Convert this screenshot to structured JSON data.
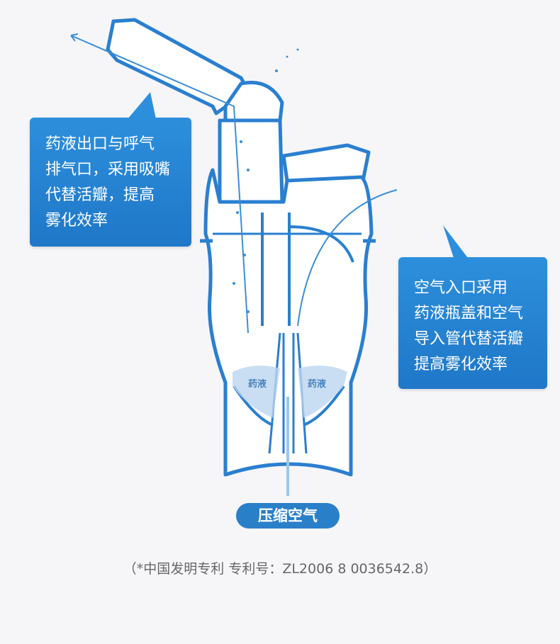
{
  "callouts": {
    "outlet": "药液出口与呼气\n排气口，采用吸嘴\n代替活瓣，提高\n雾化效率",
    "inlet": "空气入口采用\n药液瓶盖和空气\n导入管代替活瓣\n提高雾化效率"
  },
  "labels": {
    "liquid_left": "药液",
    "liquid_right": "药液"
  },
  "compressed_air": "压缩空气",
  "patent_note": "（*中国发明专利  专利号：ZL2006 8 0036542.8）",
  "colors": {
    "accent": "#2a7fc9",
    "outline": "#2a7fd0",
    "background": "#f6f5f8"
  }
}
